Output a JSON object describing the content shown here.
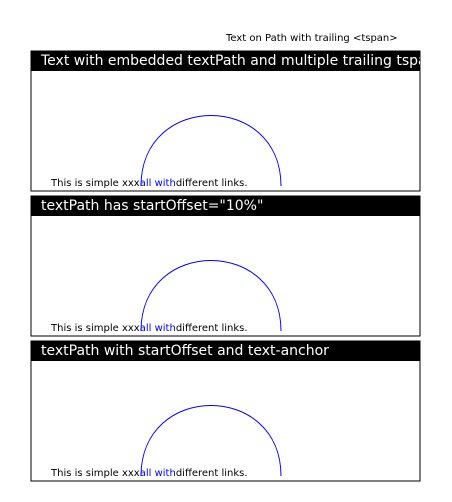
{
  "page": {
    "title": "Text on Path with trailing <tspan>"
  },
  "panels": [
    {
      "header": "Text with embedded textPath and multiple trailing tspans",
      "text_before": "This is simple xxx",
      "link_text": "all with",
      "text_after": "different links."
    },
    {
      "header": "textPath has startOffset=\"10%\"",
      "text_before": "This is simple xxx",
      "link_text": "all with",
      "text_after": "different links."
    },
    {
      "header": "textPath with startOffset and text-anchor",
      "text_before": "This is simple xxx",
      "link_text": "all with",
      "text_after": "different links."
    }
  ],
  "colors": {
    "header_background": "#000000",
    "header_text": "#ffffff",
    "path_stroke": "#0000ff",
    "link": "#0000ff",
    "panel_border": "#000000"
  }
}
